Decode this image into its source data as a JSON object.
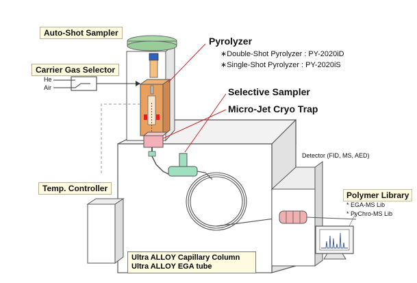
{
  "labels": {
    "auto_shot_sampler": "Auto-Shot Sampler",
    "carrier_gas_selector": "Carrier Gas Selector",
    "gas_he": "He",
    "gas_air": "Air",
    "pyrolyzer": "Pyrolyzer",
    "pyrolyzer_double": "∗Double-Shot Pyrolyzer : PY-2020iD",
    "pyrolyzer_single": "∗Single-Shot Pyrolyzer  : PY-2020iS",
    "selective_sampler": "Selective Sampler",
    "micro_jet_cryo_trap": "Micro-Jet Cryo Trap",
    "detector": "Detector (FID, MS, AED)",
    "temp_controller": "Temp. Controller",
    "polymer_library": "Polymer Library",
    "lib_ega_ms": "* EGA-MS Lib",
    "lib_pychro_ms": "* PyChro-MS Lib",
    "column_legend_1": "Ultra ALLOY Capillary Column",
    "column_legend_2": "Ultra ALLOY EGA tube"
  },
  "colors": {
    "furnace_orange": "#e8a060",
    "sampler_tray": "#a8d8a8",
    "sample_cup_blue": "#3060c0",
    "heater_red": "#e02020",
    "cryo_trap_pink": "#f4b0b8",
    "splitter_green": "#9fe0c0",
    "detector_pink": "#f0b0b0",
    "label_fill": "#fffbe0"
  }
}
